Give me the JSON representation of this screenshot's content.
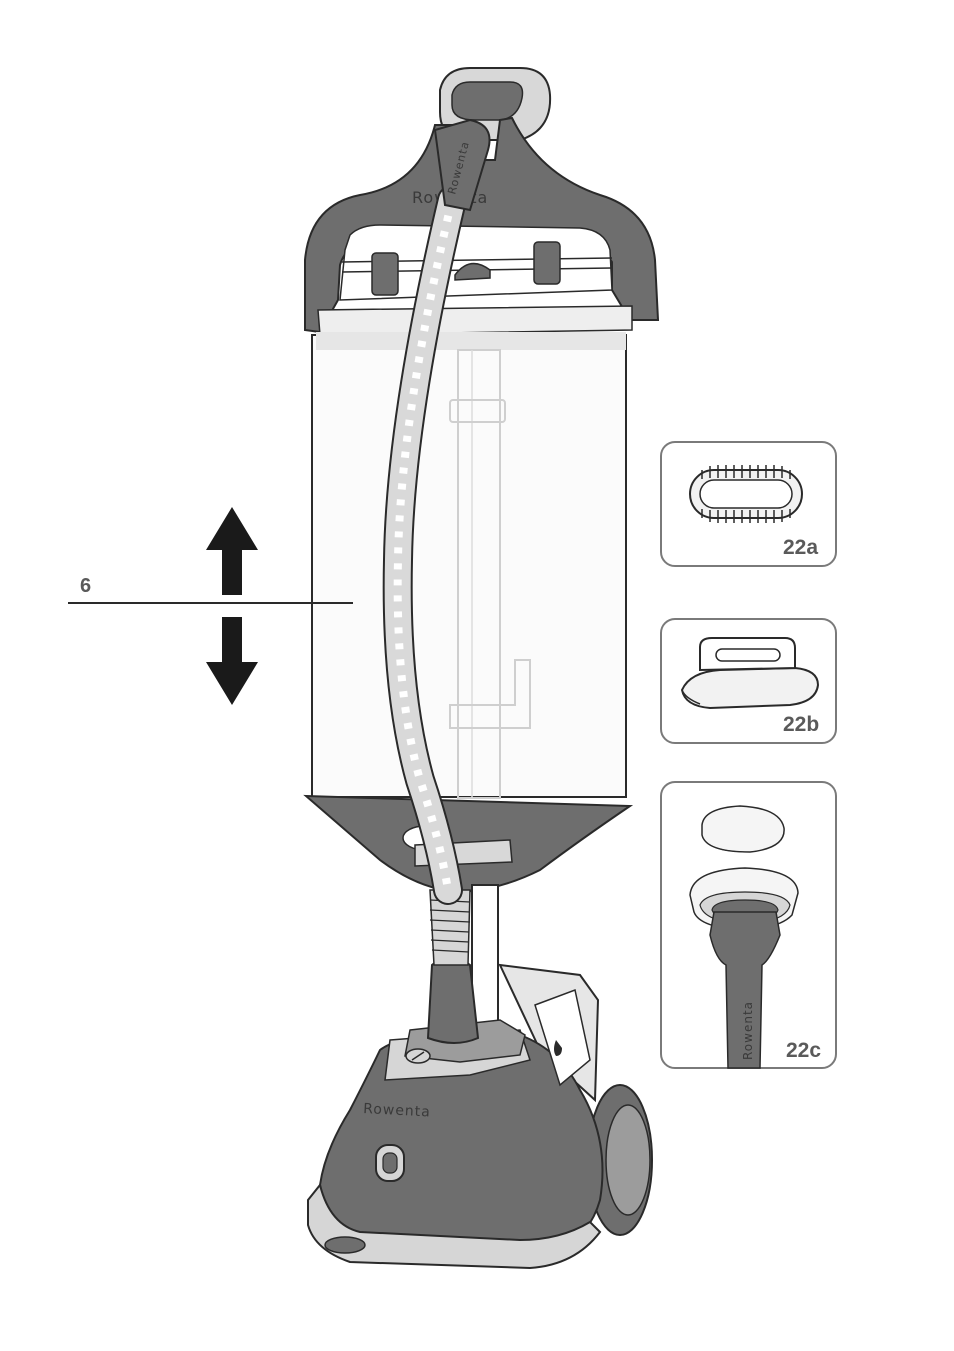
{
  "callouts": {
    "height_adjust": "6",
    "accessory_a": "22a",
    "accessory_b": "22b",
    "accessory_c": "22c"
  },
  "brand": {
    "top_hanger": "Rowenta",
    "hose_handle": "Rowenta",
    "base": "Rowenta",
    "brush_handle": "Rowenta"
  },
  "colors": {
    "dark_grey": "#6e6e6e",
    "mid_grey": "#9c9c9c",
    "light_grey": "#d6d6d6",
    "outline": "#2a2a2a",
    "panel_border": "#7a7a7a"
  },
  "icons": {
    "arrow_up": "arrow-up-icon",
    "arrow_down": "arrow-down-icon",
    "power_button": "power-button-icon",
    "water_drop": "water-drop-icon"
  }
}
